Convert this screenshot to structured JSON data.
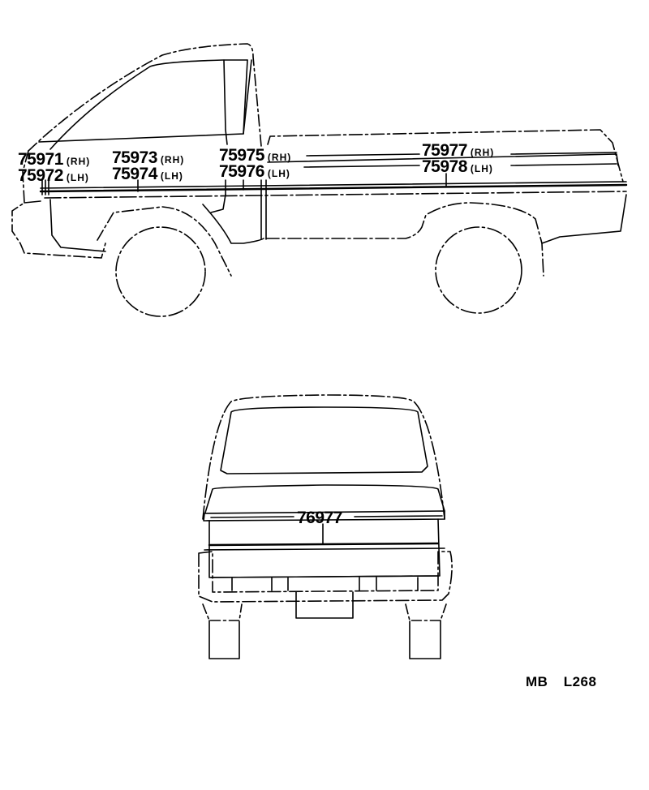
{
  "diagram": {
    "side_view": {
      "callouts": [
        {
          "part": "75971",
          "side": "(RH)"
        },
        {
          "part": "75972",
          "side": "(LH)"
        },
        {
          "part": "75973",
          "side": "(RH)"
        },
        {
          "part": "75974",
          "side": "(LH)"
        },
        {
          "part": "75975",
          "side": "(RH)"
        },
        {
          "part": "75976",
          "side": "(LH)"
        },
        {
          "part": "75977",
          "side": "(RH)"
        },
        {
          "part": "75978",
          "side": "(LH)"
        }
      ]
    },
    "rear_view": {
      "callouts": [
        {
          "part": "76977"
        }
      ]
    },
    "footer": {
      "code_left": "MB",
      "code_right": "L268"
    }
  }
}
